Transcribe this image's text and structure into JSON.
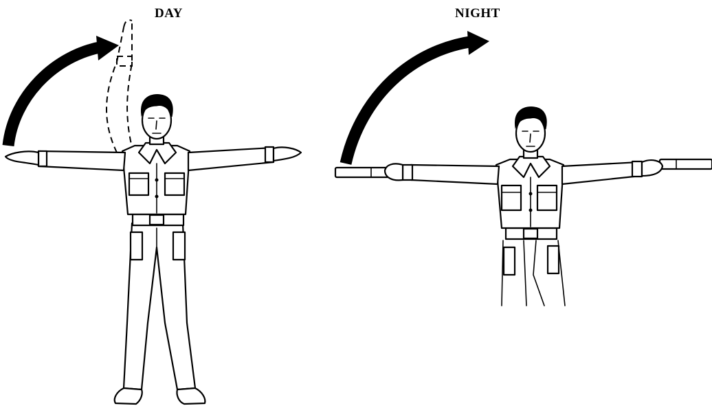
{
  "panels": [
    {
      "id": "day",
      "label": "DAY"
    },
    {
      "id": "night",
      "label": "NIGHT"
    }
  ],
  "colors": {
    "ink": "#000000",
    "paper": "#ffffff"
  },
  "icons": [
    "curved-arrow-icon",
    "marshaller-figure",
    "wand-icon"
  ]
}
